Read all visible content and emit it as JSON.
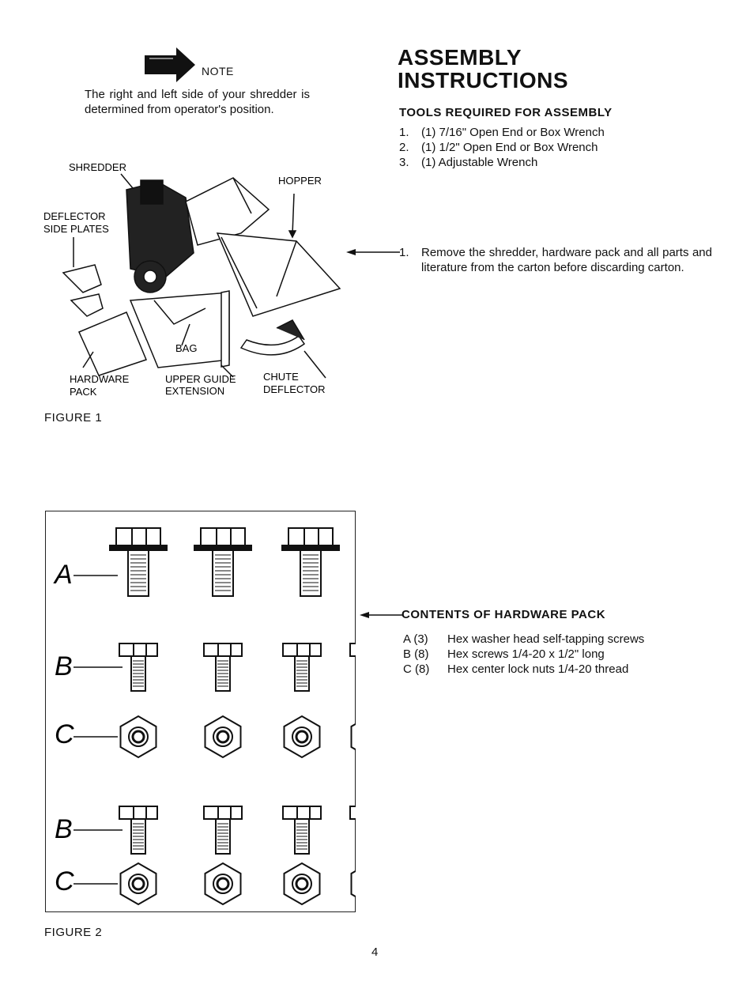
{
  "note": {
    "label": "NOTE",
    "text": "The right and left side of your shredder is determined from operator's position."
  },
  "title": {
    "line1": "ASSEMBLY",
    "line2": "INSTRUCTIONS"
  },
  "tools": {
    "heading": "TOOLS REQUIRED FOR ASSEMBLY",
    "items": [
      {
        "num": "1.",
        "text": "(1) 7/16\" Open End or Box Wrench"
      },
      {
        "num": "2.",
        "text": "(1) 1/2\" Open End or Box Wrench"
      },
      {
        "num": "3.",
        "text": "(1) Adjustable Wrench"
      }
    ]
  },
  "figure1": {
    "caption": "FIGURE 1",
    "labels": {
      "shredder": "SHREDDER",
      "hopper": "HOPPER",
      "deflector_line1": "DEFLECTOR",
      "deflector_line2": "SIDE PLATES",
      "bag": "BAG",
      "hardware_line1": "HARDWARE",
      "hardware_line2": "PACK",
      "upper_line1": "UPPER GUIDE",
      "upper_line2": "EXTENSION",
      "chute_line1": "CHUTE",
      "chute_line2": "DEFLECTOR"
    }
  },
  "step1": {
    "num": "1.",
    "text": "Remove the shredder, hardware pack and all parts and literature from the carton before discarding carton."
  },
  "figure2": {
    "caption": "FIGURE 2",
    "row_labels": [
      "A",
      "B",
      "C",
      "B",
      "C"
    ]
  },
  "hardware": {
    "heading": "CONTENTS OF HARDWARE PACK",
    "items": [
      {
        "code": "A (3)",
        "text": "Hex washer head self-tapping screws"
      },
      {
        "code": "B (8)",
        "text": "Hex screws 1/4-20 x 1/2\" long"
      },
      {
        "code": "C (8)",
        "text": "Hex center lock nuts 1/4-20 thread"
      }
    ]
  },
  "page_number": "4"
}
